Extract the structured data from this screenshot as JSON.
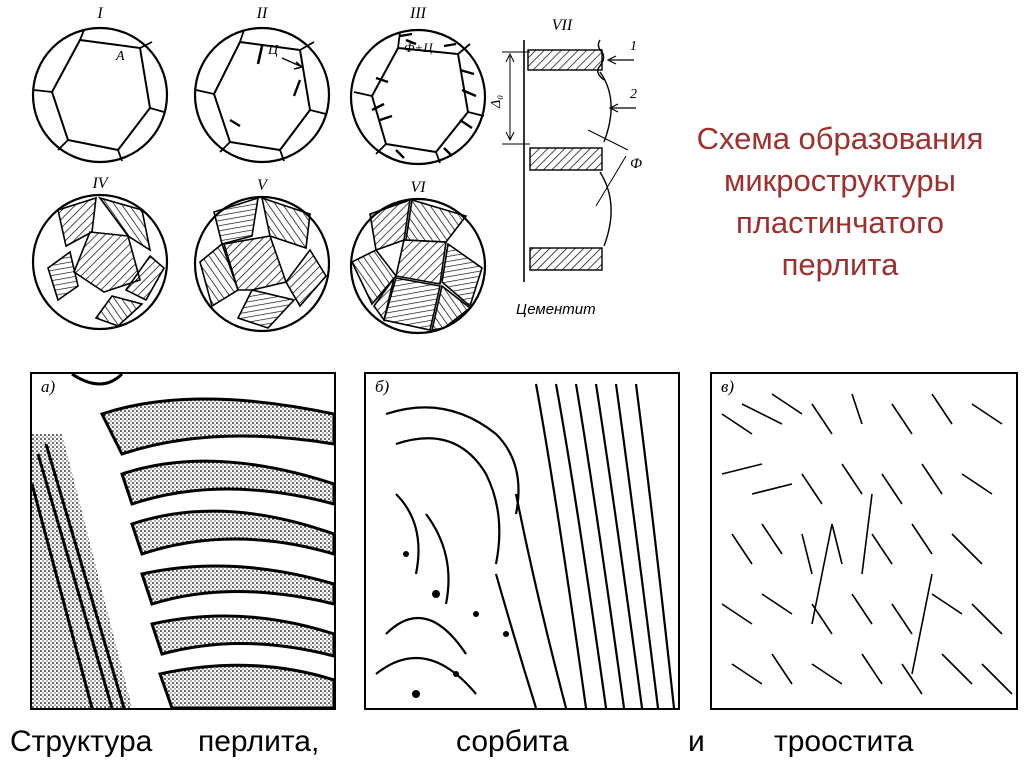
{
  "title_lines": [
    "Схема образования",
    "микроструктуры",
    "пластинчатого",
    "перлита"
  ],
  "stages": [
    "I",
    "II",
    "III",
    "IV",
    "V",
    "VI",
    "VII"
  ],
  "phase_labels": {
    "austenite": "А",
    "cementite_short": "Ц",
    "ferrite_plus_cementite": "Ф+Ц",
    "ferrite": "Ф",
    "delta": "Δ₀",
    "marker_1": "1",
    "marker_2": "2",
    "cementite": "Цементит"
  },
  "panels": [
    {
      "label": "а)"
    },
    {
      "label": "б)"
    },
    {
      "label": "в)"
    }
  ],
  "caption": {
    "part1": "Структура",
    "part2": "перлита,",
    "part3": "сорбита",
    "part4": "и",
    "part5": "троостита"
  }
}
